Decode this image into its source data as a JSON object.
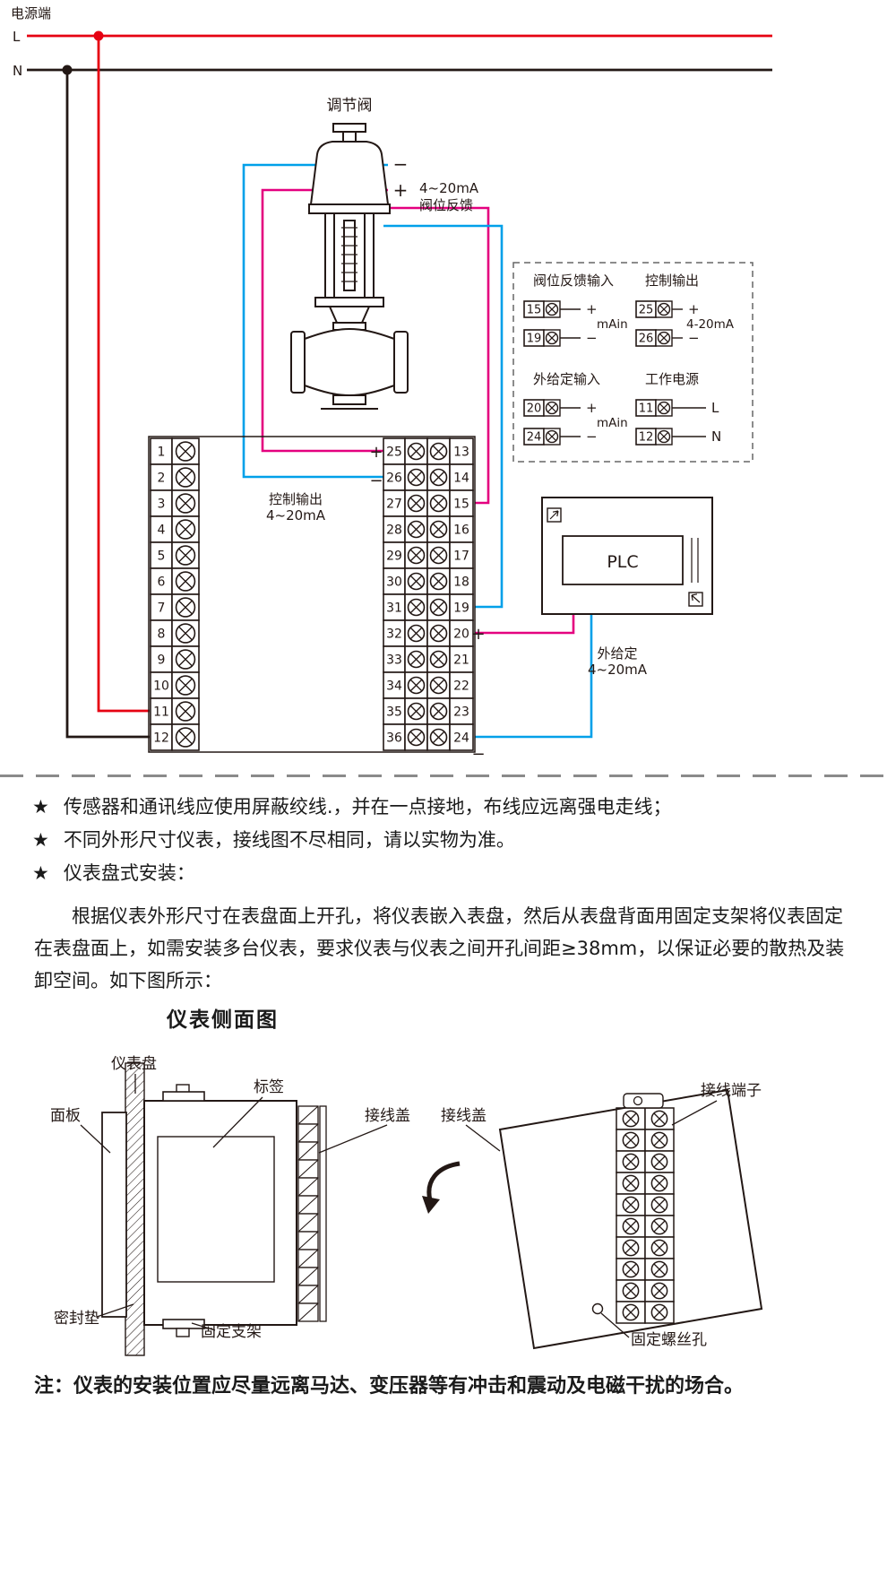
{
  "colors": {
    "red": "#e60012",
    "blue": "#00a0e9",
    "magenta": "#e4007f",
    "ink": "#231815"
  },
  "power": {
    "title": "电源端",
    "l": "L",
    "n": "N"
  },
  "valve": {
    "title": "调节阀",
    "minus": "−",
    "plus": "+",
    "feedback_line1": "4~20mA",
    "feedback_line2": "阀位反馈"
  },
  "legend": {
    "groups": [
      {
        "title": "阀位反馈输入",
        "rows": [
          {
            "no": "15",
            "sign": "+"
          },
          {
            "no": "19",
            "sign": "−"
          }
        ],
        "note": "mAin"
      },
      {
        "title": "控制输出",
        "rows": [
          {
            "no": "25",
            "sign": "+"
          },
          {
            "no": "26",
            "sign": "−"
          }
        ],
        "note": "4-20mA"
      },
      {
        "title": "外给定输入",
        "rows": [
          {
            "no": "20",
            "sign": "+"
          },
          {
            "no": "24",
            "sign": "−"
          }
        ],
        "note": "mAin"
      },
      {
        "title": "工作电源",
        "rows": [
          {
            "no": "11",
            "sign": "L"
          },
          {
            "no": "12",
            "sign": "N"
          }
        ],
        "note": ""
      }
    ]
  },
  "terminal_block": {
    "left_numbers": [
      "1",
      "2",
      "3",
      "4",
      "5",
      "6",
      "7",
      "8",
      "9",
      "10",
      "11",
      "12"
    ],
    "mid_numbers": [
      "25",
      "26",
      "27",
      "28",
      "29",
      "30",
      "31",
      "32",
      "33",
      "34",
      "35",
      "36"
    ],
    "right_numbers": [
      "13",
      "14",
      "15",
      "16",
      "17",
      "18",
      "19",
      "20",
      "21",
      "22",
      "23",
      "24"
    ],
    "control_output_line1": "控制输出",
    "control_output_line2": "4~20mA",
    "plus": "+",
    "minus": "−"
  },
  "plc": {
    "label": "PLC"
  },
  "external_setpoint": {
    "line1": "外给定",
    "line2": "4~20mA",
    "plus": "+",
    "minus": "−"
  },
  "notes": {
    "star": "★",
    "bullets": [
      "传感器和通讯线应使用屏蔽绞线.，并在一点接地，布线应远离强电走线；",
      "不同外形尺寸仪表，接线图不尽相同，请以实物为准。",
      "仪表盘式安装："
    ],
    "paragraph": "根据仪表外形尺寸在表盘面上开孔，将仪表嵌入表盘，然后从表盘背面用固定支架将仪表固定在表盘面上，如需安装多台仪表，要求仪表与仪表之间开孔间距≥38mm，以保证必要的散热及装卸空间。如下图所示：",
    "footer": "注：仪表的安装位置应尽量远离马达、变压器等有冲击和震动及电磁干扰的场合。"
  },
  "side_view": {
    "title": "仪表侧面图",
    "labels": {
      "panel_board": "仪表盘",
      "tag": "标签",
      "front_panel": "面板",
      "wire_cover_left": "接线盖",
      "wire_cover_right": "接线盖",
      "terminal_posts": "接线端子",
      "gasket": "密封垫",
      "bracket": "固定支架",
      "screw_hole": "固定螺丝孔"
    }
  }
}
